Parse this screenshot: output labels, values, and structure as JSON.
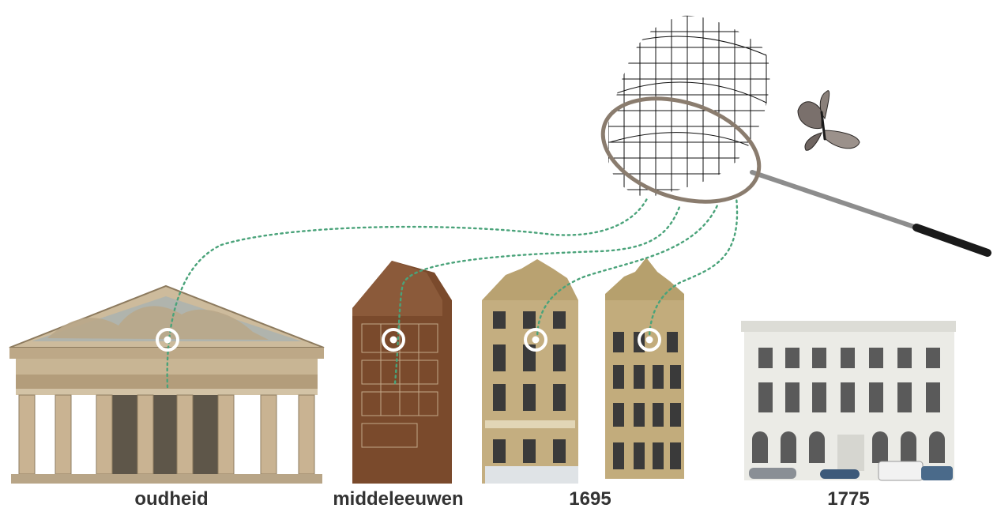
{
  "captions": [
    {
      "name": "oudheid",
      "text": "oudheid"
    },
    {
      "name": "middeleeuwen",
      "text": "middeleeuwen"
    },
    {
      "name": "1695",
      "text": "1695"
    },
    {
      "name": "1775",
      "text": "1775"
    }
  ],
  "icons": {
    "net": "butterfly-net-icon",
    "butterfly": "butterfly-icon",
    "temple": "greek-temple-icon",
    "medieval": "medieval-gable-house-icon",
    "baroque_1": "baroque-guild-house-icon",
    "baroque_2": "baroque-guild-house-icon",
    "neoclassical": "neoclassical-building-icon"
  },
  "colors": {
    "dotted_line": "#4aa37a",
    "marker": "#ffffff",
    "text": "#333333",
    "stone": "#c9b79a",
    "medieval": "#7a4a2c",
    "baroque": "#b9a271",
    "neoclassical": "#ebebe6"
  }
}
